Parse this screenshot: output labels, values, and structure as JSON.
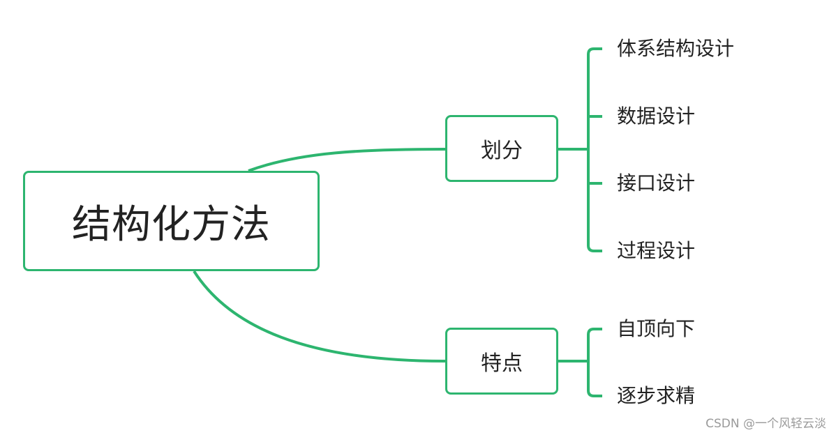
{
  "root": {
    "label": "结构化方法"
  },
  "branches": [
    {
      "label": "划分",
      "children": [
        "体系结构设计",
        "数据设计",
        "接口设计",
        "过程设计"
      ]
    },
    {
      "label": "特点",
      "children": [
        "自顶向下",
        "逐步求精"
      ]
    }
  ],
  "watermark": "CSDN @一个风轻云淡",
  "colors": {
    "line": "#2db56f",
    "text": "#222222",
    "watermark": "#9a9a9a"
  }
}
